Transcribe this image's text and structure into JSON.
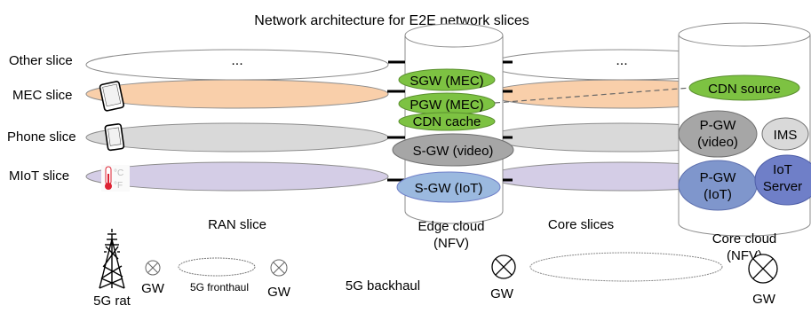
{
  "title": "Network architecture for E2E network slices",
  "slices": {
    "other": "Other slice",
    "mec": "MEC slice",
    "phone": "Phone slice",
    "miot": "MIoT slice"
  },
  "ellipsis": "...",
  "edge": {
    "sgw_mec": "SGW (MEC)",
    "pgw_mec": "PGW (MEC)",
    "cdn_cache": "CDN cache",
    "sgw_video": "S-GW (video)",
    "sgw_iot": "S-GW (IoT)",
    "label_line1": "Edge cloud",
    "label_line2": "(NFV)"
  },
  "core": {
    "cdn_source": "CDN source",
    "pgw_video_line1": "P-GW",
    "pgw_video_line2": "(video)",
    "ims": "IMS",
    "pgw_iot_line1": "P-GW",
    "pgw_iot_line2": "(IoT)",
    "iot_server_line1": "IoT",
    "iot_server_line2": "Server",
    "label_line1": "Core cloud",
    "label_line2": "(NFV)"
  },
  "labels": {
    "ran_slice": "RAN slice",
    "core_slices": "Core slices",
    "backhaul": "5G backhaul",
    "fronthaul": "5G fronthaul",
    "rat": "5G rat",
    "gw": "GW"
  },
  "thermo": {
    "celsius": "°C",
    "fahrenheit": "°F"
  },
  "colors": {
    "mec_slice": "#f9cfaa",
    "phone_slice": "#d9d9d9",
    "miot_slice": "#d4cde6",
    "green": "#7dc242",
    "gray_node": "#a6a6a6",
    "blue_node": "#7f96cc",
    "blue_node_dark": "#6f7fc8"
  }
}
